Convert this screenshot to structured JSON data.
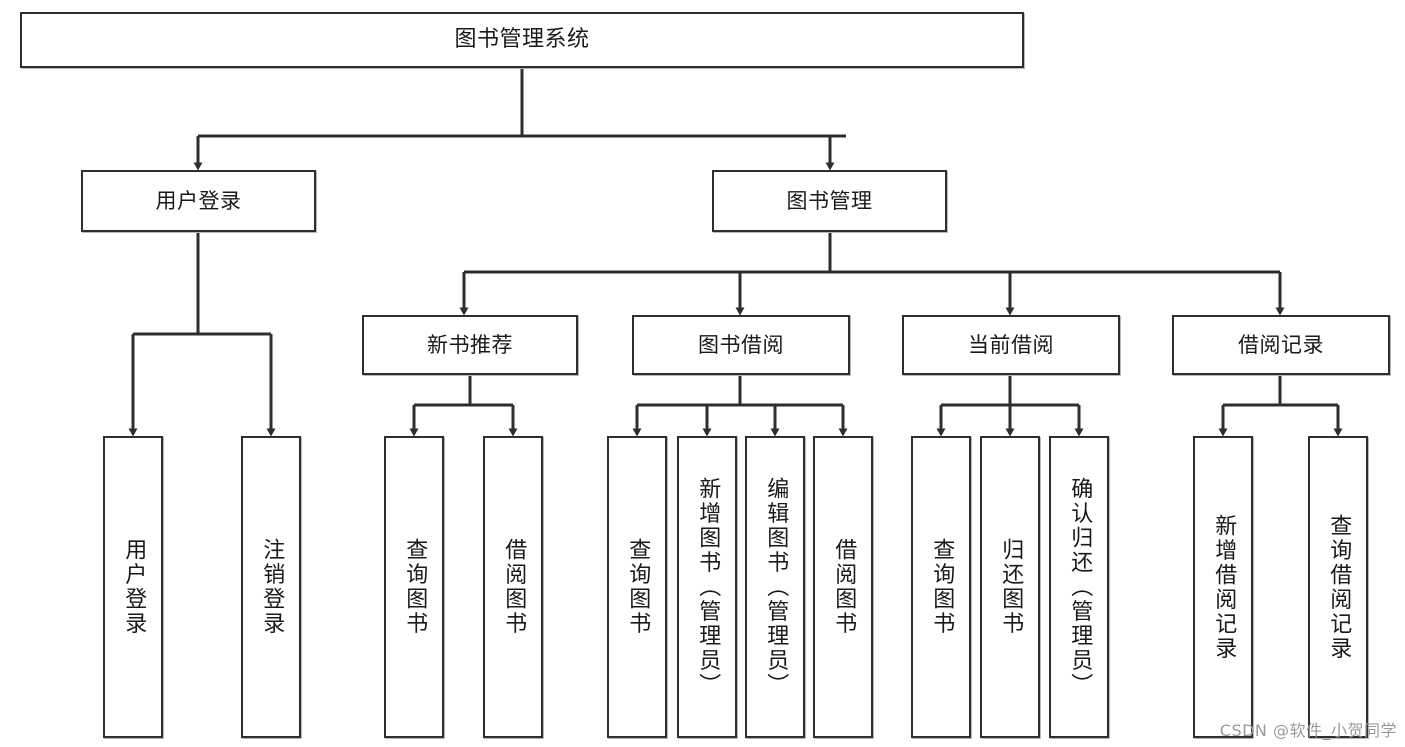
{
  "diagram": {
    "type": "hierarchy-tree",
    "title": "图书管理系统",
    "orientation": "top-down",
    "colors": {
      "box_border": "#2e2e2e",
      "box_fill": "#ffffff",
      "edge": "#2e2e2e",
      "text": "#1a1a1a",
      "watermark": "#9a9a9a"
    }
  },
  "root": {
    "label": "图书管理系统"
  },
  "level2": [
    {
      "label": "用户登录"
    },
    {
      "label": "图书管理"
    }
  ],
  "level3": [
    {
      "label": "新书推荐"
    },
    {
      "label": "图书借阅"
    },
    {
      "label": "当前借阅"
    },
    {
      "label": "借阅记录"
    }
  ],
  "leaves": {
    "user_login": [
      {
        "label": "用户登录"
      },
      {
        "label": "注销登录"
      }
    ],
    "new_book_recommend": [
      {
        "label": "查询图书"
      },
      {
        "label": "借阅图书"
      }
    ],
    "book_borrow": [
      {
        "label": "查询图书"
      },
      {
        "label": "新增图书（管理员）"
      },
      {
        "label": "编辑图书（管理员）"
      },
      {
        "label": "借阅图书"
      }
    ],
    "current_borrow": [
      {
        "label": "查询图书"
      },
      {
        "label": "归还图书"
      },
      {
        "label": "确认归还（管理员）"
      }
    ],
    "borrow_record": [
      {
        "label": "新增借阅记录"
      },
      {
        "label": "查询借阅记录"
      }
    ]
  },
  "watermark": {
    "text": "CSDN @软件_小贺同学"
  }
}
